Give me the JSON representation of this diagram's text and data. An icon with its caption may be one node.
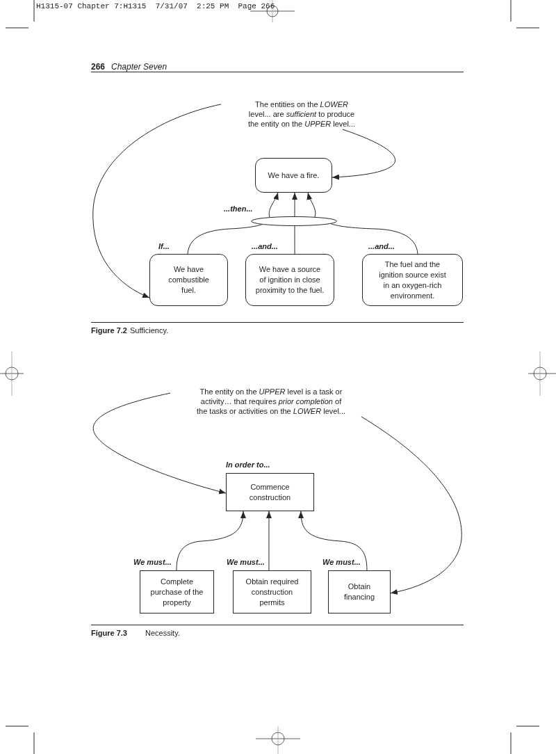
{
  "diagram": {
    "nodes": [
      {
        "text": [
          "The entities on the *LOWER* level... are *sufficient* to produce the entity on the *UPPER* level..."
        ]
      },
      {
        "text": [
          "We have a fire."
        ]
      },
      {
        "text": [],
        "shape": "ellipse"
      },
      {
        "text": [
          "If...",
          "We have combustible fuel."
        ]
      },
      {
        "text": [
          "...and...",
          "We have a source of ignition in close proximity to the fuel."
        ]
      },
      {
        "text": [
          "...and...",
          "The fuel and the ignition source exist in an oxygen-rich environment."
        ]
      },
      {
        "text": [
          "The entity on the *UPPER* level is a task or activity… that requires *prior completion* of the tasks or activities on the *LOWER* level..."
        ]
      },
      {
        "text": [
          "In order to...",
          "Commence construction"
        ]
      },
      {
        "text": [
          "We must...",
          "Complete purchase of the property"
        ]
      },
      {
        "text": [
          "We must...",
          "Obtain required construction permits"
        ]
      },
      {
        "text": [
          "We must...",
          "Obtain financing"
        ]
      }
    ],
    "edges": [
      {
        "from": 0,
        "to": 3,
        "arrow": "to"
      },
      {
        "from": 0,
        "to": 1,
        "arrow": "to"
      },
      {
        "from": 2,
        "to": 1,
        "arrow": "to"
      },
      {
        "from": 2,
        "to": 1,
        "arrow": "to"
      },
      {
        "from": 2,
        "to": 1,
        "arrow": "to"
      },
      {
        "from": 3,
        "to": 2,
        "arrow": "none"
      },
      {
        "from": 4,
        "to": 2,
        "arrow": "none"
      },
      {
        "from": 5,
        "to": 2,
        "arrow": "none"
      },
      {
        "from": 6,
        "to": 7,
        "arrow": "to"
      },
      {
        "from": 6,
        "to": 10,
        "arrow": "to"
      },
      {
        "from": 8,
        "to": 7,
        "arrow": "to"
      },
      {
        "from": 9,
        "to": 7,
        "arrow": "to"
      },
      {
        "from": 10,
        "to": 7,
        "arrow": "to"
      }
    ],
    "labels": [
      "H1315-07 Chapter 7:H1315  7/31/07  2:25 PM  Page 266",
      "266",
      "Chapter Seven",
      "...then...",
      "Figure 7.2",
      "Sufficiency.",
      "Figure 7.3",
      "Necessity."
    ]
  }
}
